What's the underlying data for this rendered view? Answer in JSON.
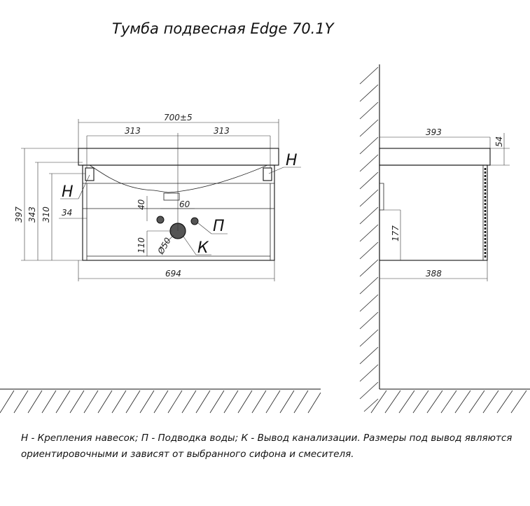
{
  "title": "Тумба подвесная Edge 70.1Y",
  "labels": {
    "hanger_right": "Н",
    "hanger_left": "Н",
    "water": "П",
    "drain": "К"
  },
  "front_dims": {
    "width_tol": "700±5",
    "half_left": "313",
    "half_right": "313",
    "h397": "397",
    "h343": "343",
    "h310": "310",
    "d34": "34",
    "d40": "40",
    "d60": "60",
    "d110": "110",
    "dia50": "Ø50",
    "w694": "694"
  },
  "side_dims": {
    "depth_top": "393",
    "thick_54": "54",
    "h177": "177",
    "depth_bottom": "388"
  },
  "legend": {
    "line1": "Н - Крепления навесок; П - Подводка воды; К - Вывод канализации. Размеры под вывод являются",
    "line2": "ориентировочными и зависят от выбранного сифона и смесителя."
  }
}
